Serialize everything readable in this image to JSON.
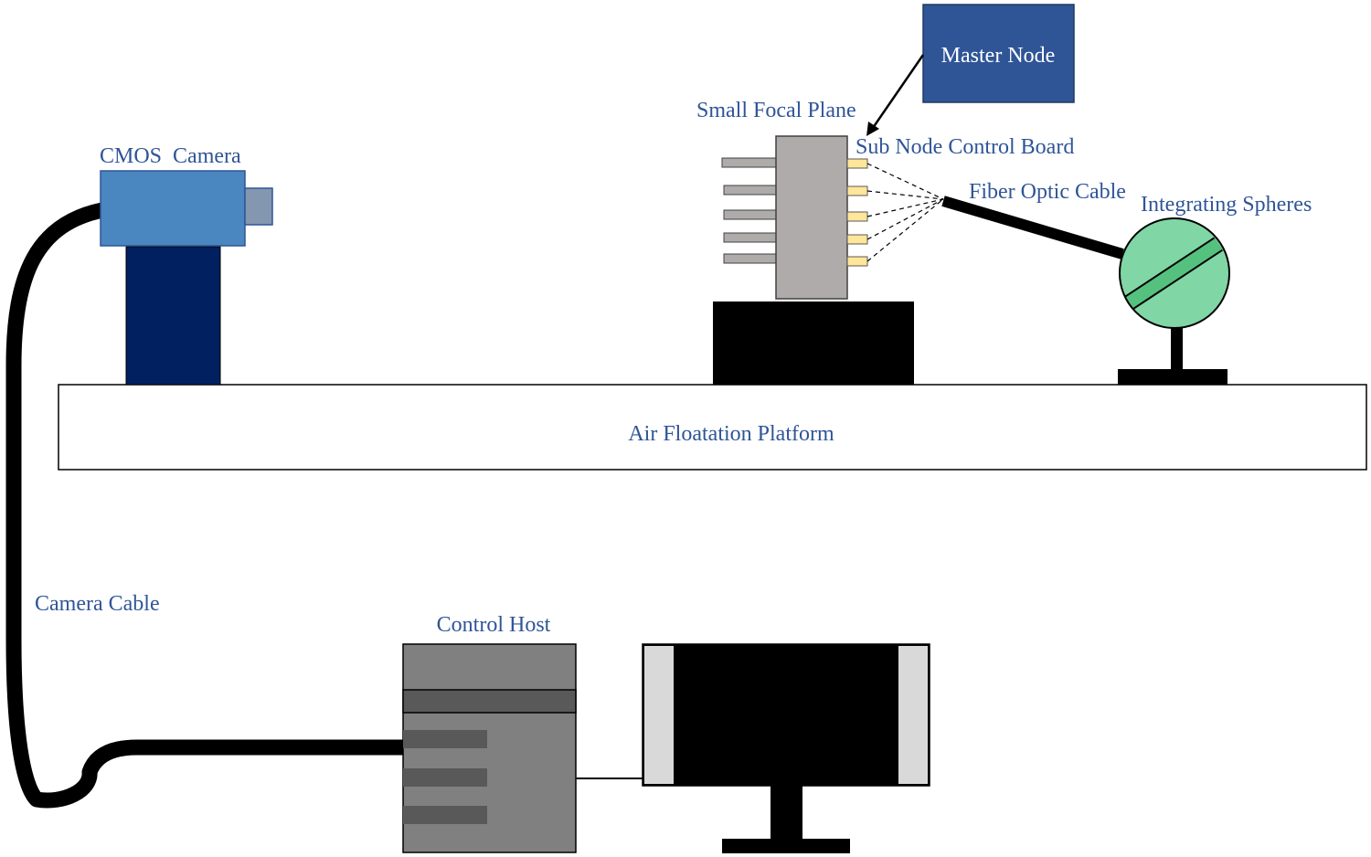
{
  "labels": {
    "master_node": "Master Node",
    "small_focal_plane": "Small Focal Plane",
    "sub_node_control_board": "Sub Node Control Board",
    "fiber_optic_cable": "Fiber Optic Cable",
    "integrating_spheres": "Integrating Spheres",
    "cmos_camera": "CMOS  Camera",
    "air_floatation_platform": "Air Floatation Platform",
    "camera_cable": "Camera Cable",
    "control_host": "Control Host"
  },
  "colors": {
    "label_text": "#2F5597",
    "master_node_fill": "#2F5597",
    "camera_body": "#4A86C0",
    "camera_lens": "#8497B0",
    "camera_stand": "#002060",
    "focal_plane_board": "#AFABAB",
    "connector_pins": "#FFE699",
    "sphere_fill": "#80D6A5",
    "sphere_band": "#55C17E",
    "host_gray": "#808080",
    "host_dark": "#595959",
    "monitor_side": "#D9D9D9",
    "black": "#000000"
  }
}
